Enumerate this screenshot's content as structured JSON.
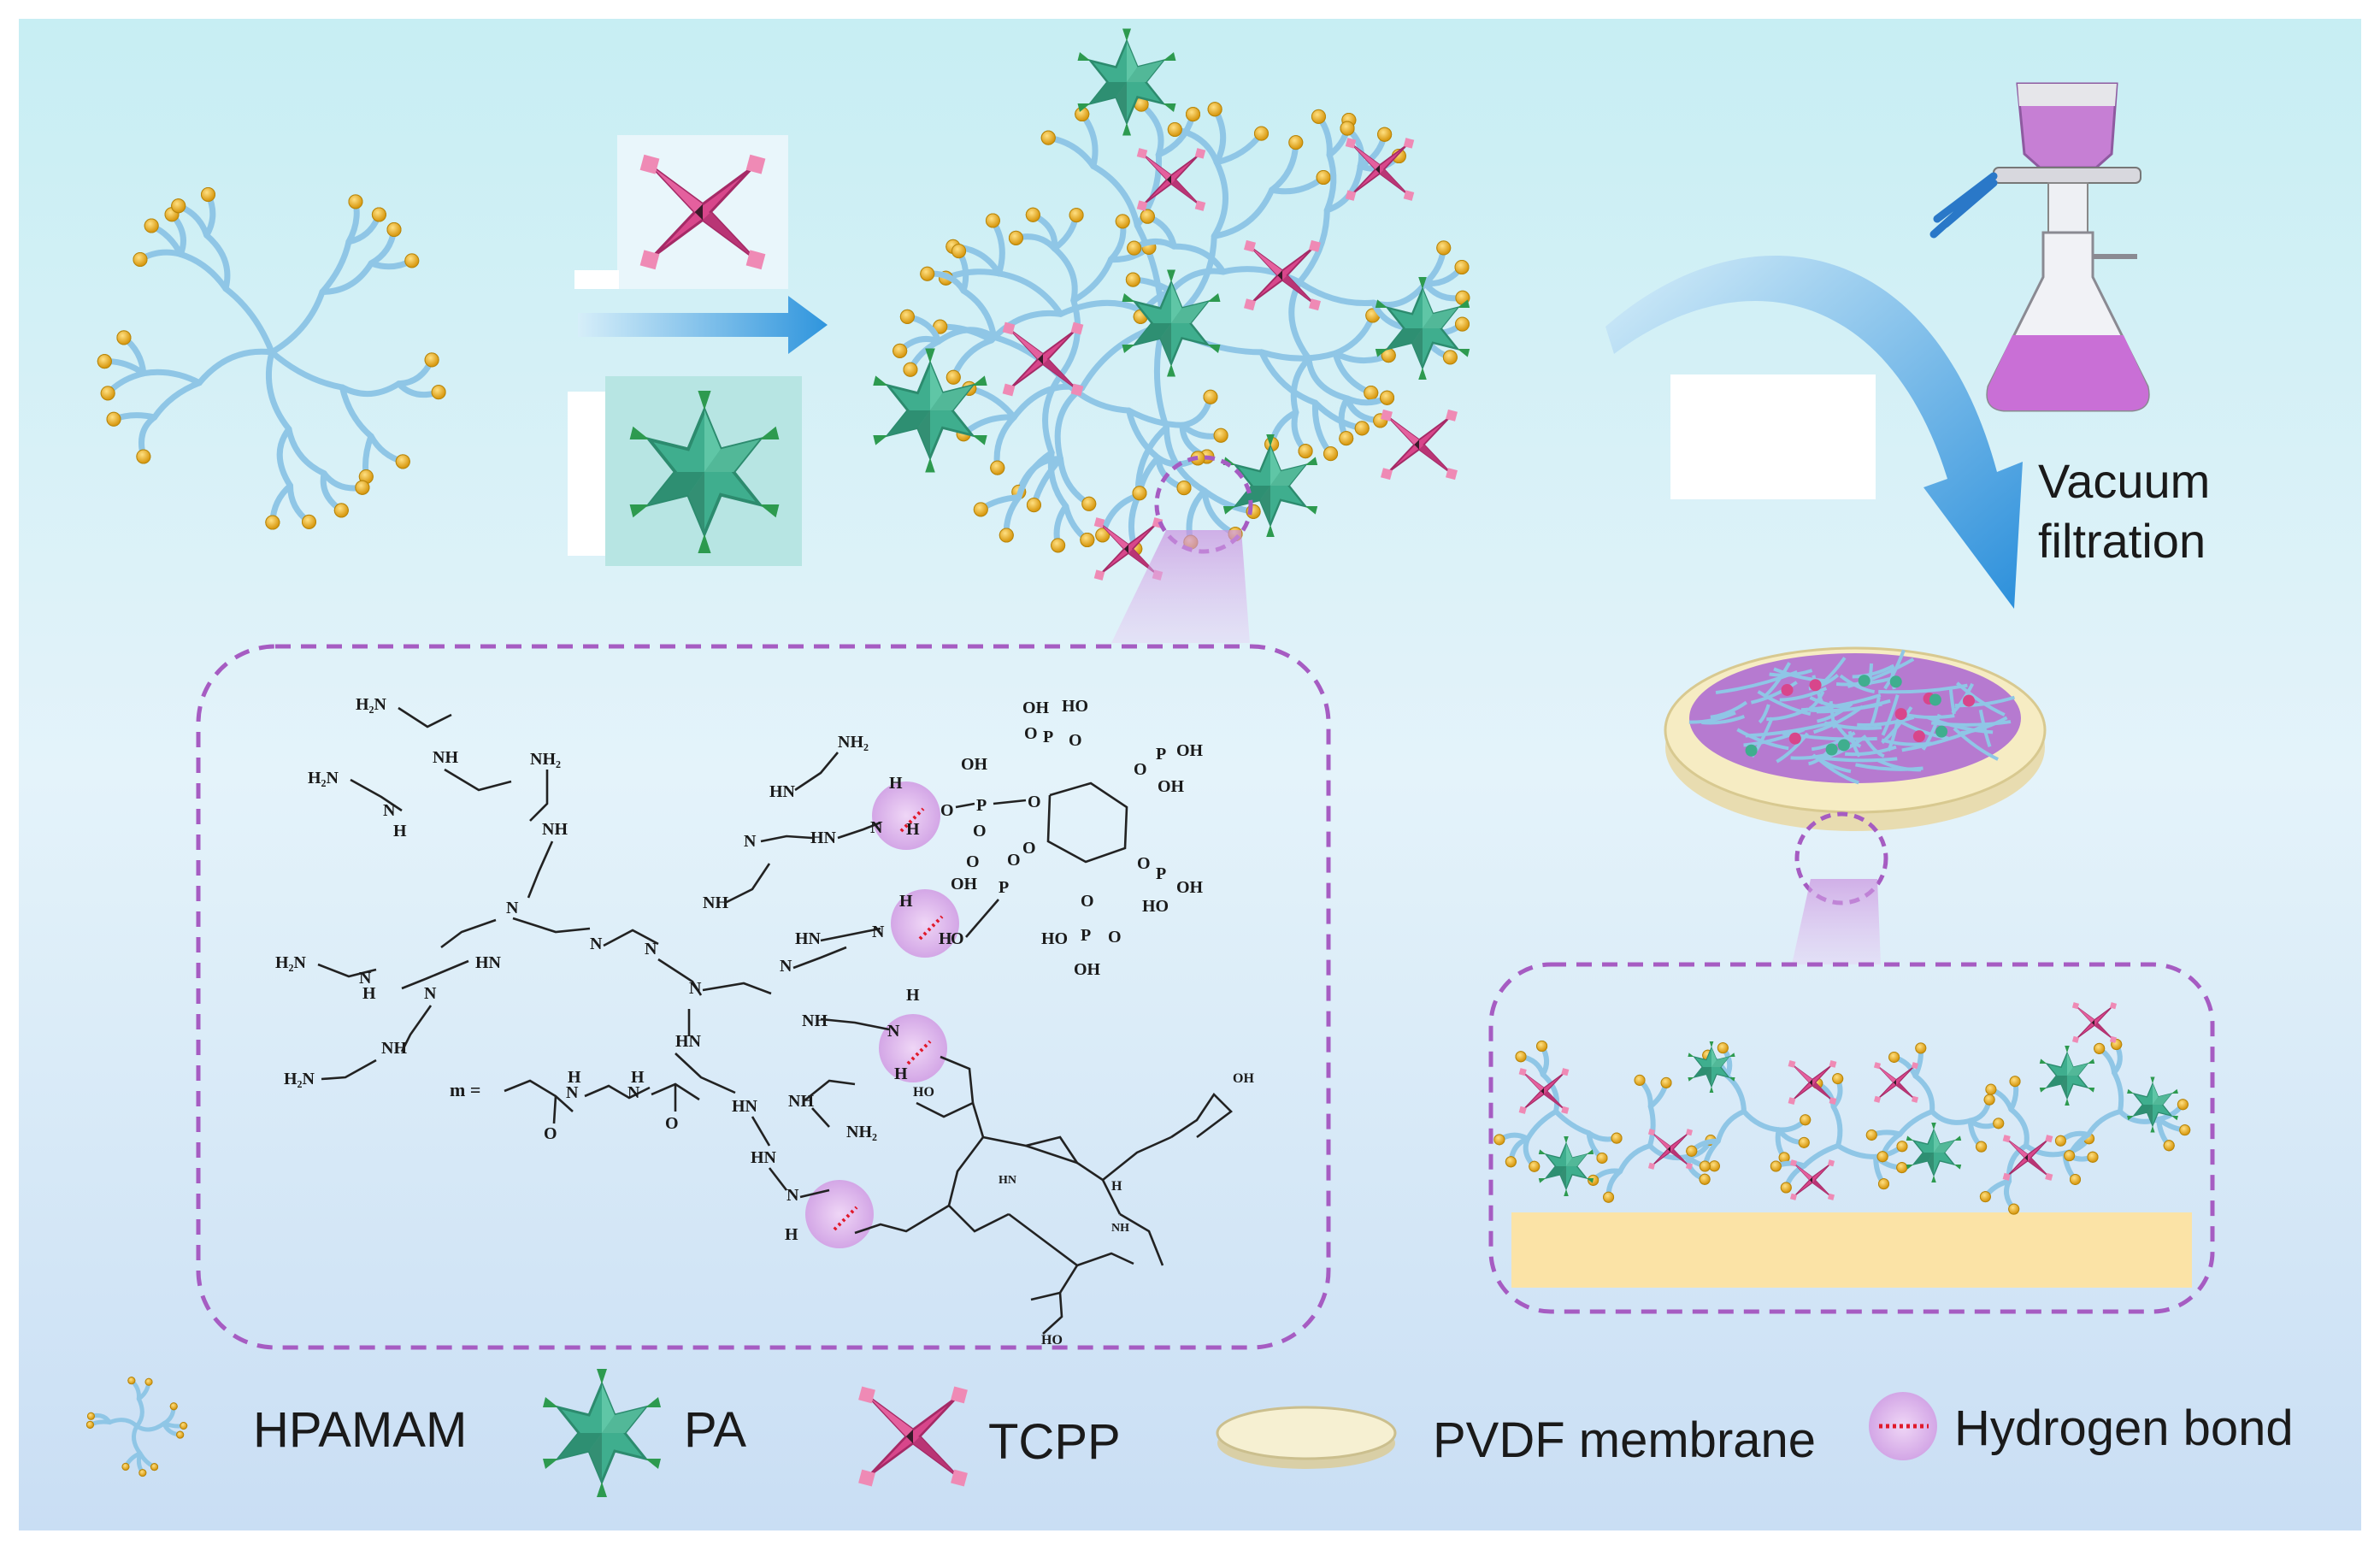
{
  "process": {
    "filtration_label_line1": "Vacuum",
    "filtration_label_line2": "filtration"
  },
  "legend": {
    "items": [
      {
        "key": "hpamam",
        "label": "HPAMAM"
      },
      {
        "key": "pa",
        "label": "PA"
      },
      {
        "key": "tcpp",
        "label": "TCPP"
      },
      {
        "key": "pvdf",
        "label": "PVDF membrane"
      },
      {
        "key": "hbond",
        "label": "Hydrogen bond"
      }
    ]
  },
  "chemistry": {
    "amine_nh2": "NH₂",
    "amine_h2n": "H₂N",
    "imine_nh": "NH",
    "imine_hn": "HN",
    "nitrogen": "N",
    "hydrogen": "H",
    "phosphorus": "P",
    "oxygen": "O",
    "hydroxyl": "OH",
    "hydroxyl_left": "HO",
    "repeat_unit_symbol": "m ="
  },
  "colors": {
    "background_top": "#c9ecf2",
    "background_bottom": "#cfe2f5",
    "dendrimer_arm": "#8fc6e6",
    "dendrimer_tip": "#f0b41e",
    "pa_green": "#3fae8e",
    "pa_spike": "#2d9a4f",
    "tcpp_pink": "#d8468b",
    "tcpp_tip": "#ef8ab5",
    "arrow_blue": "#2f95dd",
    "dashed_purple": "#a65cc2",
    "hbond_circle": "#d9b4e8",
    "hbond_dot": "#e0192b",
    "membrane": "#f6ecc3",
    "flask_liquid": "#c96fd6"
  }
}
